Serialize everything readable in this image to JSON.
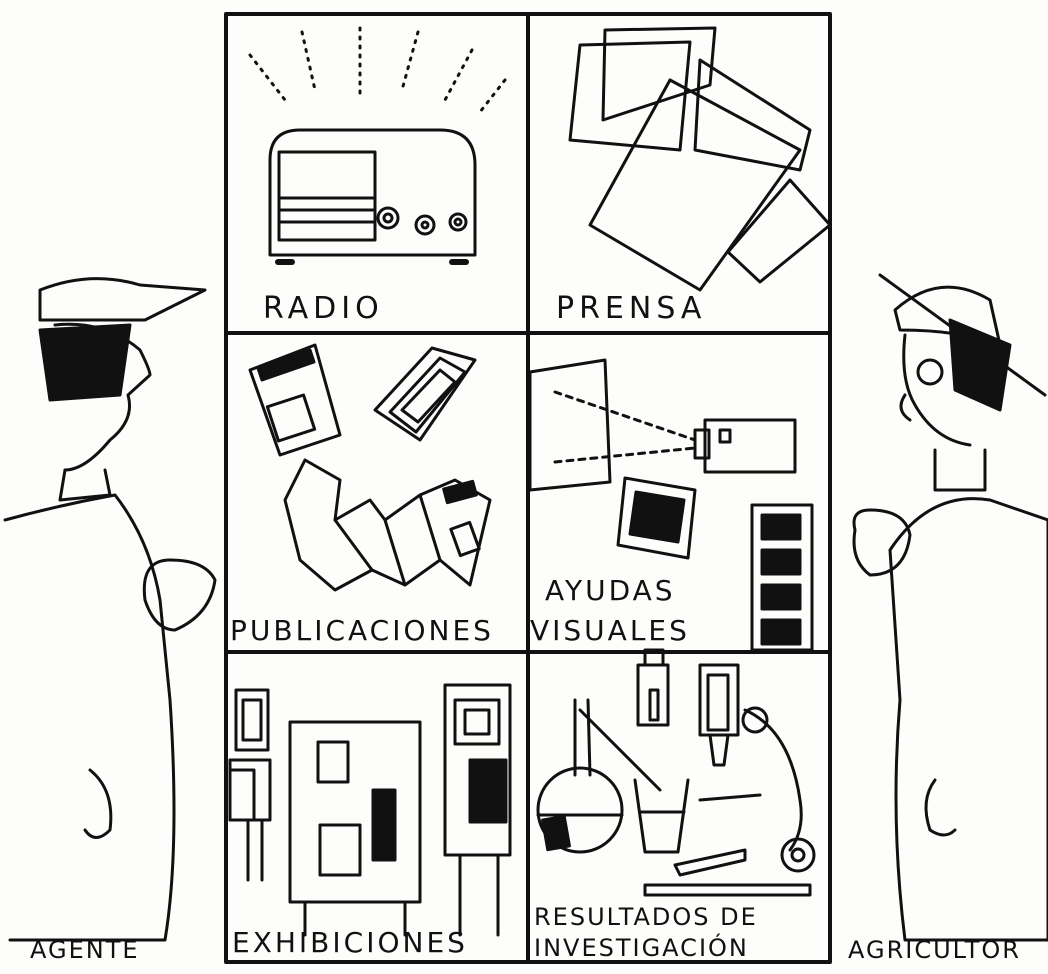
{
  "panels": {
    "radio": "RADIO",
    "prensa": "PRENSA",
    "publicaciones": "PUBLICACIONES",
    "ayudas_line1": "AYUDAS",
    "ayudas_line2": "VISUALES",
    "exhibiciones": "EXHIBICIONES",
    "resultados_line1": "RESULTADOS DE",
    "resultados_line2": "INVESTIGACIÓN"
  },
  "figures": {
    "left": "AGENTE",
    "right": "AGRICULTOR"
  }
}
